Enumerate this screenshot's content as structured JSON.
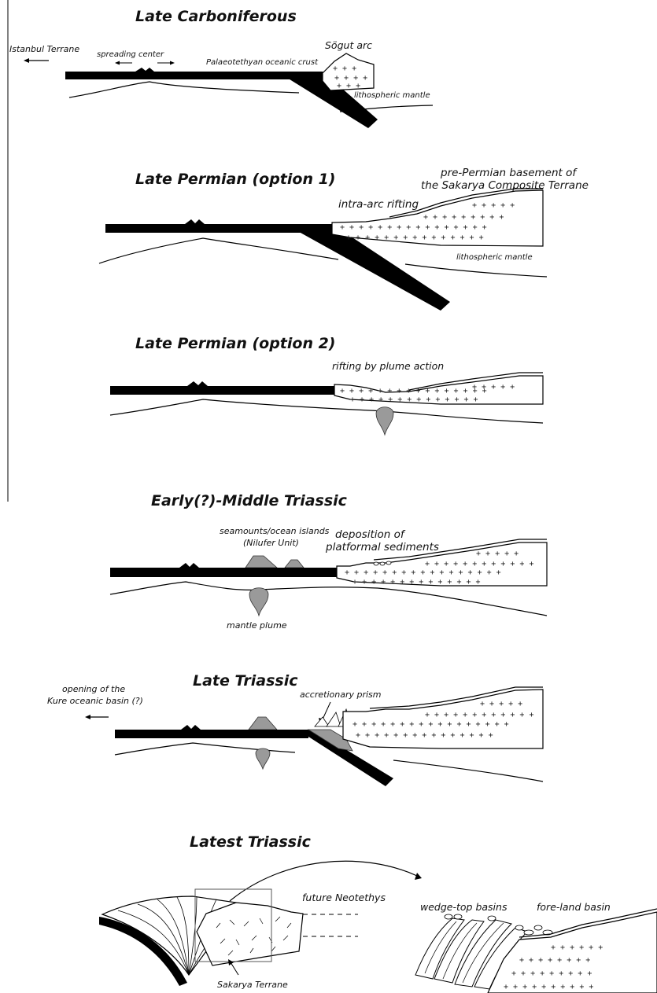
{
  "panels": {
    "late_carboniferous": {
      "title": "Late Carboniferous",
      "istanbul": "Istanbul Terrane",
      "spreading": "spreading center",
      "crust": "Palaeotethyan oceanic crust",
      "sogut": "Sögut arc",
      "litho": "lithospheric mantle"
    },
    "late_permian_1": {
      "title": "Late Permian (option 1)",
      "basement_1": "pre-Permian basement of",
      "basement_2": "the Sakarya Composite Terrane",
      "rifting": "intra-arc rifting",
      "litho": "lithospheric mantle"
    },
    "late_permian_2": {
      "title": "Late Permian (option 2)",
      "rifting": "rifting by plume action"
    },
    "early_middle_triassic": {
      "title": "Early(?)-Middle Triassic",
      "seamounts_1": "seamounts/ocean islands",
      "seamounts_2": "(Nilufer Unit)",
      "deposition_1": "deposition of",
      "deposition_2": "platformal sediments",
      "plume": "mantle plume"
    },
    "late_triassic": {
      "title": "Late Triassic",
      "opening_1": "opening of the",
      "opening_2": "Kure oceanic basin (?)",
      "prism": "accretionary prism"
    },
    "latest_triassic": {
      "title": "Latest Triassic",
      "neotethys": "future Neotethys",
      "sakarya": "Sakarya Terrane",
      "wedge": "wedge-top basins",
      "foreland": "fore-land basin"
    }
  },
  "colors": {
    "ink": "#000000",
    "grey_fill": "#9a9a9a",
    "background": "#ffffff"
  }
}
